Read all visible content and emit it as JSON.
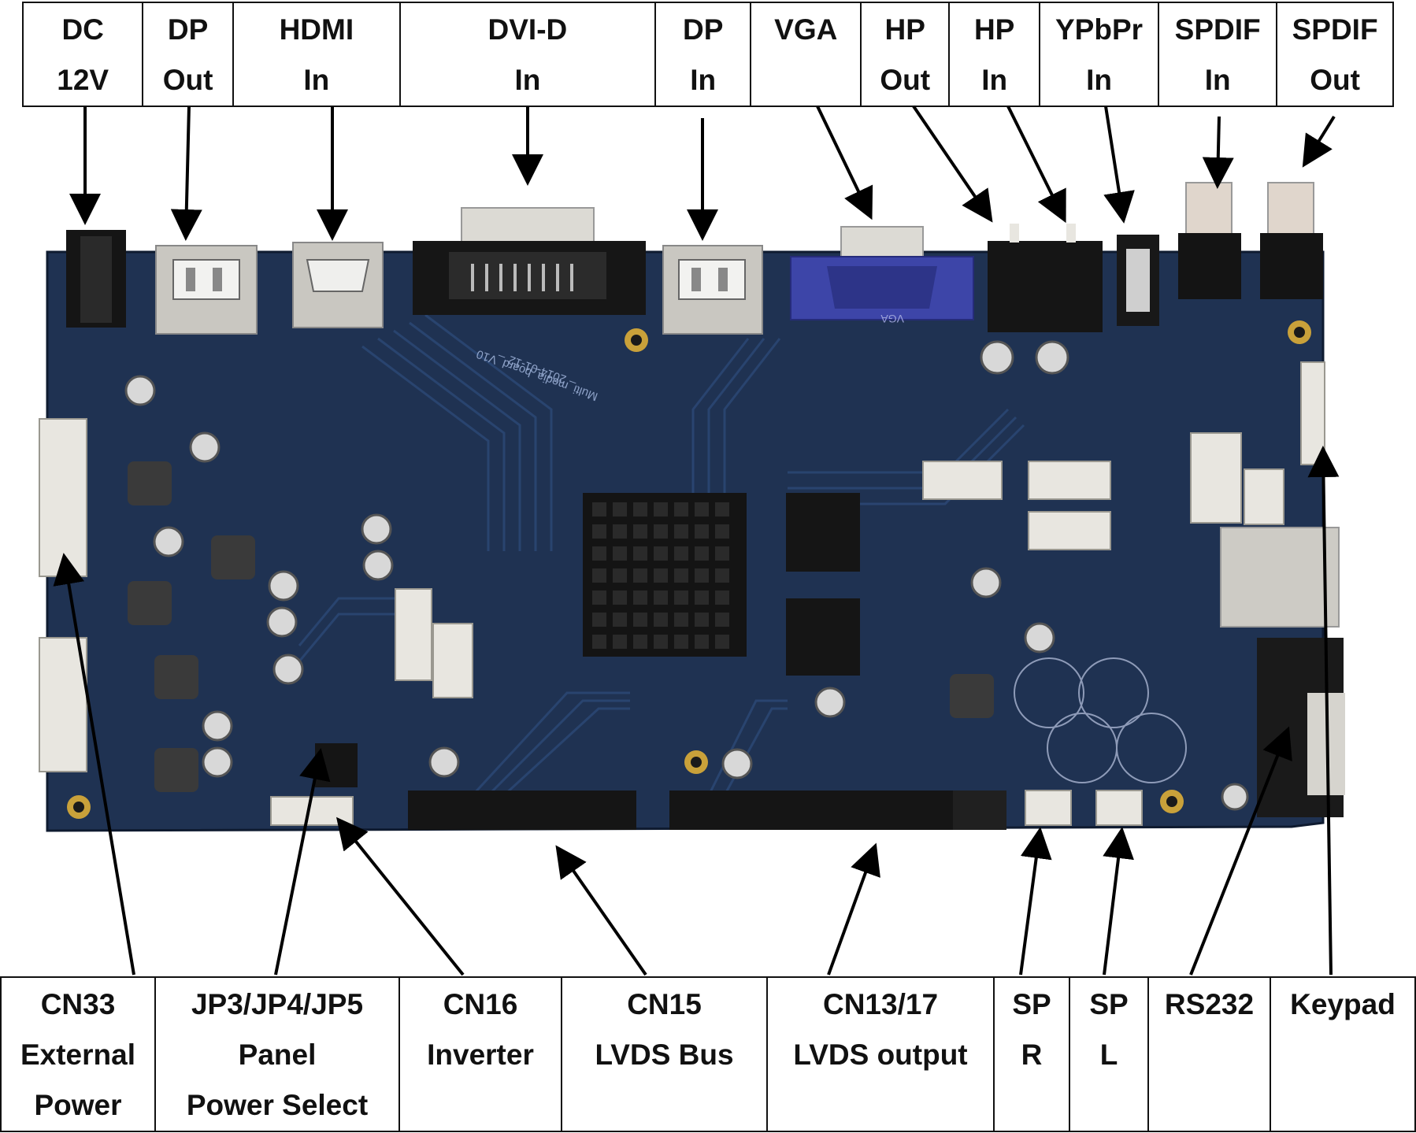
{
  "top_labels": [
    {
      "line1": "DC",
      "line2": "12V"
    },
    {
      "line1": "DP",
      "line2": "Out"
    },
    {
      "line1": "HDMI",
      "line2": "In"
    },
    {
      "line1": "DVI-D",
      "line2": "In"
    },
    {
      "line1": "DP",
      "line2": "In"
    },
    {
      "line1": "VGA",
      "line2": ""
    },
    {
      "line1": "HP",
      "line2": "Out"
    },
    {
      "line1": "HP",
      "line2": "In"
    },
    {
      "line1": "YPbPr",
      "line2": "In"
    },
    {
      "line1": "SPDIF",
      "line2": "In"
    },
    {
      "line1": "SPDIF",
      "line2": "Out"
    }
  ],
  "bottom_labels": [
    {
      "line1": "CN33",
      "line2": "External",
      "line3": "Power"
    },
    {
      "line1": "JP3/JP4/JP5",
      "line2": "Panel",
      "line3": "Power Select"
    },
    {
      "line1": "CN16",
      "line2": "Inverter",
      "line3": ""
    },
    {
      "line1": "CN15",
      "line2": "LVDS Bus",
      "line3": ""
    },
    {
      "line1": "CN13/17",
      "line2": "LVDS output",
      "line3": ""
    },
    {
      "line1": "SP",
      "line2": "R",
      "line3": ""
    },
    {
      "line1": "SP",
      "line2": "L",
      "line3": ""
    },
    {
      "line1": "RS232",
      "line2": "",
      "line3": ""
    },
    {
      "line1": "Keypad",
      "line2": "",
      "line3": ""
    }
  ],
  "board": {
    "silkscreen_text": "Multi_media_board_V10",
    "silkscreen_date": "2014-01-12",
    "vga_silkscreen": "VGA",
    "pcb_color": "#1f3252",
    "trace_color": "#2a4470",
    "heatsink_color": "#141414",
    "connector_white": "#e8e6e0"
  }
}
